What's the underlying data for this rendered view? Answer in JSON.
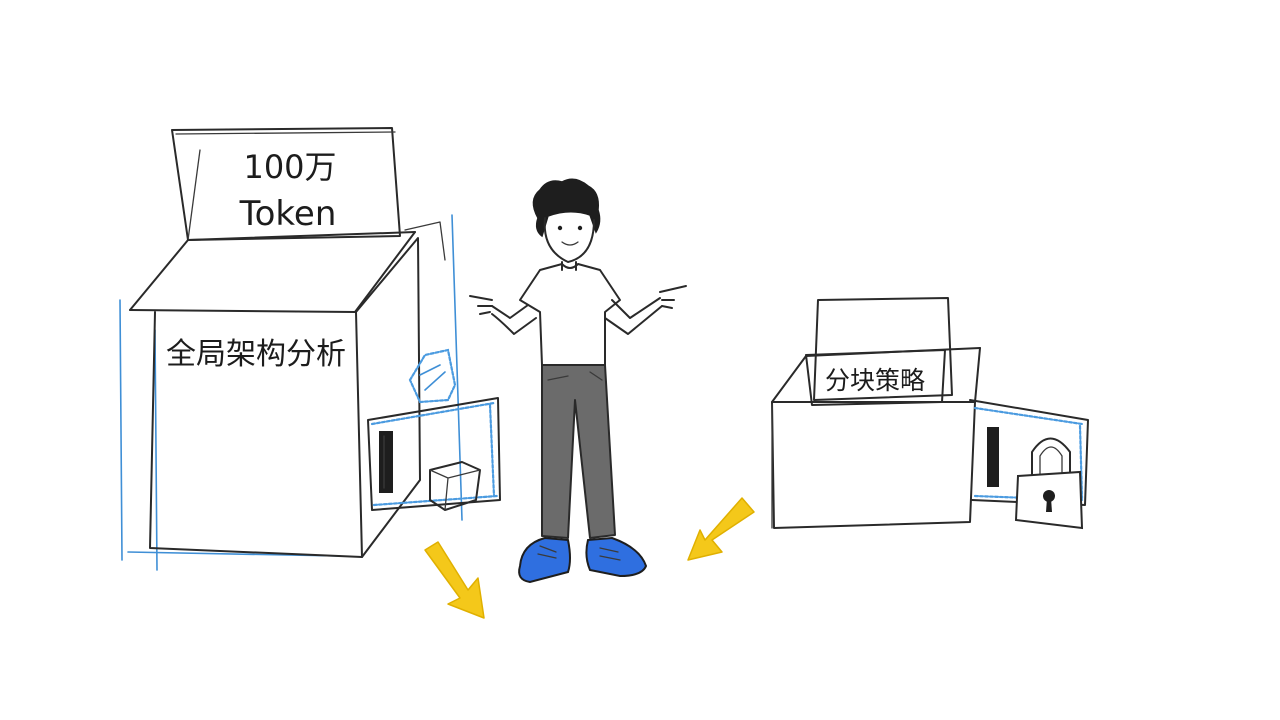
{
  "left_box": {
    "card_line1": "100万",
    "card_line2": "Token",
    "front_label": "全局架构分析"
  },
  "right_box": {
    "card_label": "分块策略"
  },
  "colors": {
    "ink": "#2a2a2a",
    "blue_accent": "#3f8fd6",
    "shoe_blue": "#2f6fe0",
    "arrow_yellow": "#f4c81a",
    "pants_gray": "#6b6b6b"
  },
  "icons": [
    "padlock-icon",
    "arrow-icon"
  ]
}
